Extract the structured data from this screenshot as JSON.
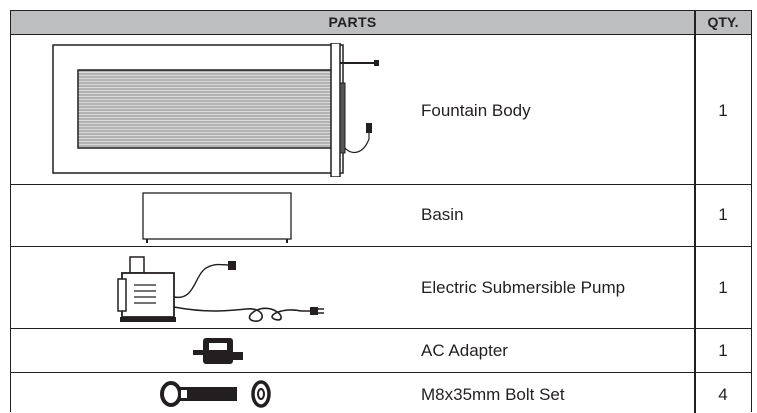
{
  "table": {
    "header": {
      "parts_cap": "P",
      "parts_rest": "ARTS",
      "qty_cap": "Q",
      "qty_rest": "TY."
    },
    "rows": [
      {
        "name": "Fountain Body",
        "qty": "1",
        "icon": "fountain-body-drawing"
      },
      {
        "name": "Basin",
        "qty": "1",
        "icon": "basin-drawing"
      },
      {
        "name": "Electric Submersible Pump",
        "qty": "1",
        "icon": "pump-drawing"
      },
      {
        "name": "AC Adapter",
        "qty": "1",
        "icon": "ac-adapter-drawing"
      },
      {
        "name": "M8x35mm Bolt Set",
        "qty": "4",
        "icon": "bolt-set-drawing"
      }
    ]
  }
}
